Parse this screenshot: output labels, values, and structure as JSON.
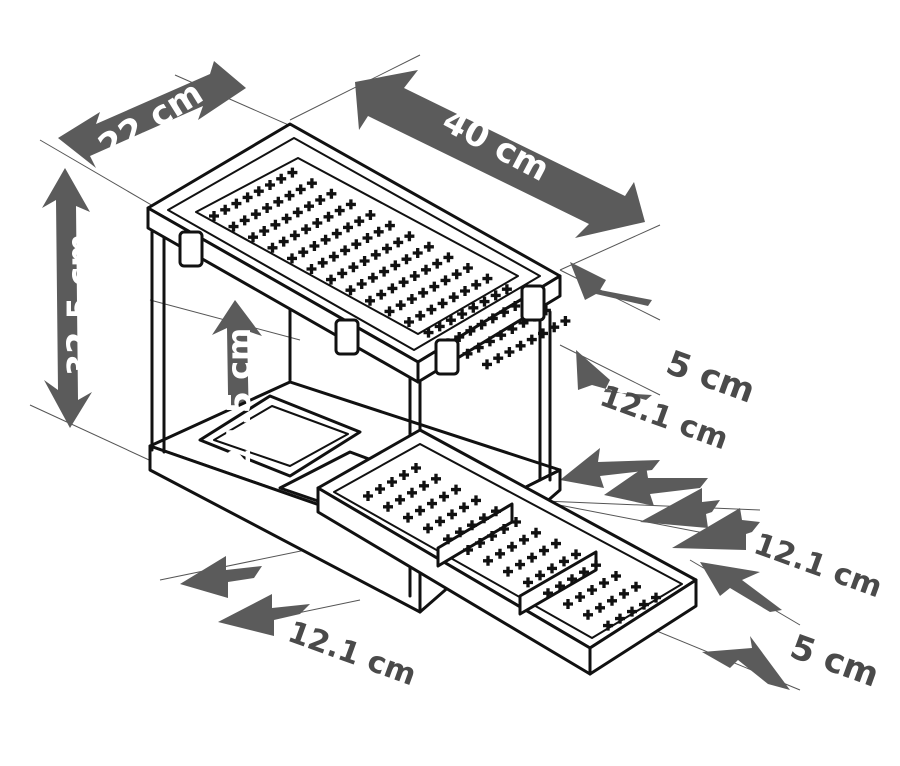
{
  "dimensions": {
    "depth": "22 cm",
    "width": "40 cm",
    "height_total": "32.5 cm",
    "height_inner": "24.5 cm",
    "top_tray_depth": "5 cm",
    "drawer_compartment_a": "12.1 cm",
    "drawer_compartment_b": "12.1 cm",
    "bottom_compartment": "12.1 cm",
    "drawer_depth": "5 cm"
  },
  "colors": {
    "arrow": "#5b5b5b",
    "outline": "#111111",
    "background": "#ffffff"
  }
}
